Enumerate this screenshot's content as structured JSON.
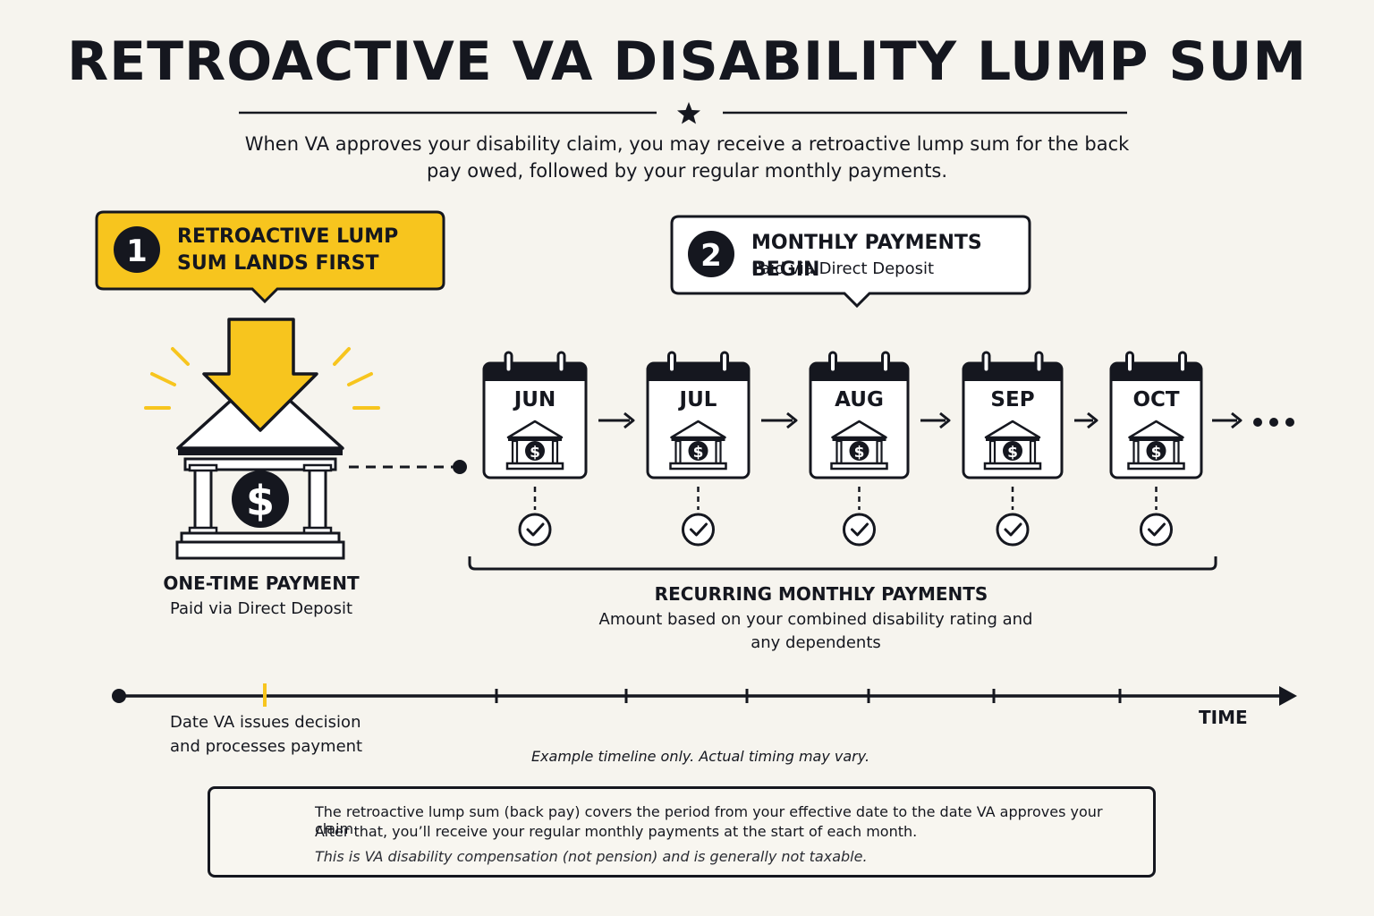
{
  "title": "RETROACTIVE VA DISABILITY LUMP SUM",
  "intro": "When VA approves your disability claim, you may receive a retroactive lump sum for the back pay owed, followed by your regular monthly payments.",
  "colors": {
    "accent": "#f7c51e",
    "ink": "#15171f",
    "background": "#f6f4ee"
  },
  "step1": {
    "number": "1",
    "title": "RETROACTIVE LUMP SUM LANDS FIRST"
  },
  "step2": {
    "number": "2",
    "title": "MONTHLY PAYMENTS BEGIN",
    "subtitle": "Paid via Direct Deposit"
  },
  "lump_sum": {
    "label": "ONE-TIME PAYMENT",
    "subtitle": "Paid via Direct Deposit",
    "icon": "bank-dollar-icon"
  },
  "months": [
    "JUN",
    "JUL",
    "AUG",
    "SEP",
    "OCT"
  ],
  "recurring": {
    "label": "RECURRING MONTHLY PAYMENTS",
    "description": "Amount based on your combined disability rating and any dependents"
  },
  "timeline": {
    "decision_label": "Date VA issues decision and processes payment",
    "axis_label": "TIME",
    "note": "Example timeline only.  Actual timing may vary."
  },
  "info": {
    "icon": "info-icon",
    "line1": "The retroactive lump sum (back pay) covers the period from your effective date to the date VA approves your claim.",
    "line2": "After that, you’ll receive your regular monthly payments at the start of each month.",
    "line3": "This is VA disability compensation (not pension) and is generally not taxable."
  }
}
